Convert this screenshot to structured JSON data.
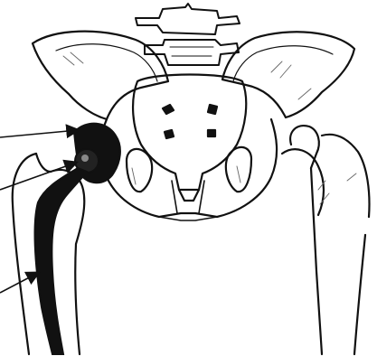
{
  "illustration": {
    "subject": "pelvis-with-hip-replacement",
    "ink_color": "#111111",
    "paper_color": "#ffffff",
    "implant_color": "#111111",
    "hatch_color": "#666666",
    "callouts": {
      "count": 3,
      "targets": [
        "acetabular-cup",
        "femoral-head",
        "femoral-stem"
      ],
      "labels_visible": false
    }
  }
}
